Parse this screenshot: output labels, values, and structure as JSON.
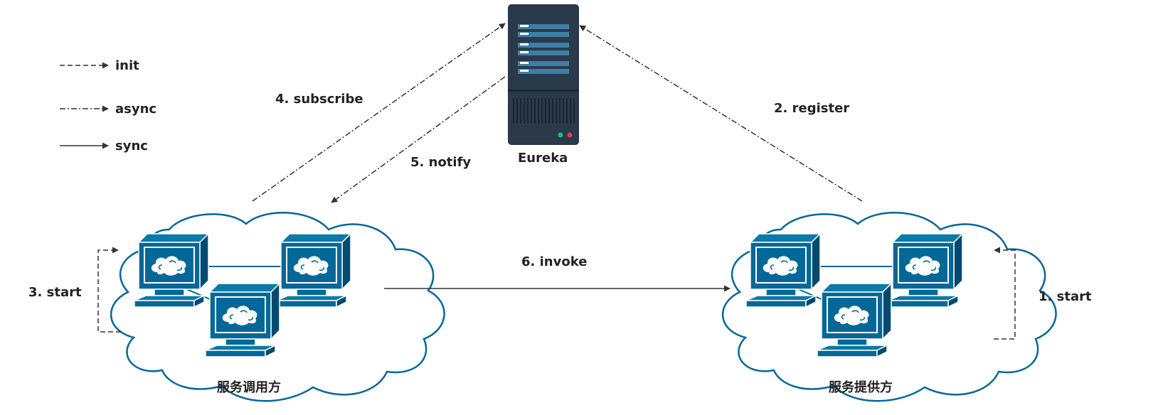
{
  "legend": {
    "init": "init",
    "async": "async",
    "sync": "sync"
  },
  "steps": {
    "start_provider": "1. start",
    "register": "2. register",
    "start_consumer": "3. start",
    "subscribe": "4. subscribe",
    "notify": "5. notify",
    "invoke": "6. invoke"
  },
  "nodes": {
    "registry": "Eureka",
    "consumer": "服务调用方",
    "provider": "服务提供方"
  },
  "colors": {
    "node_fill": "#036897",
    "server_body": "#2b3a4b",
    "server_slot": "#3c7fa7",
    "line": "#333333",
    "led_green": "#2fb36a",
    "led_red": "#d94040"
  }
}
